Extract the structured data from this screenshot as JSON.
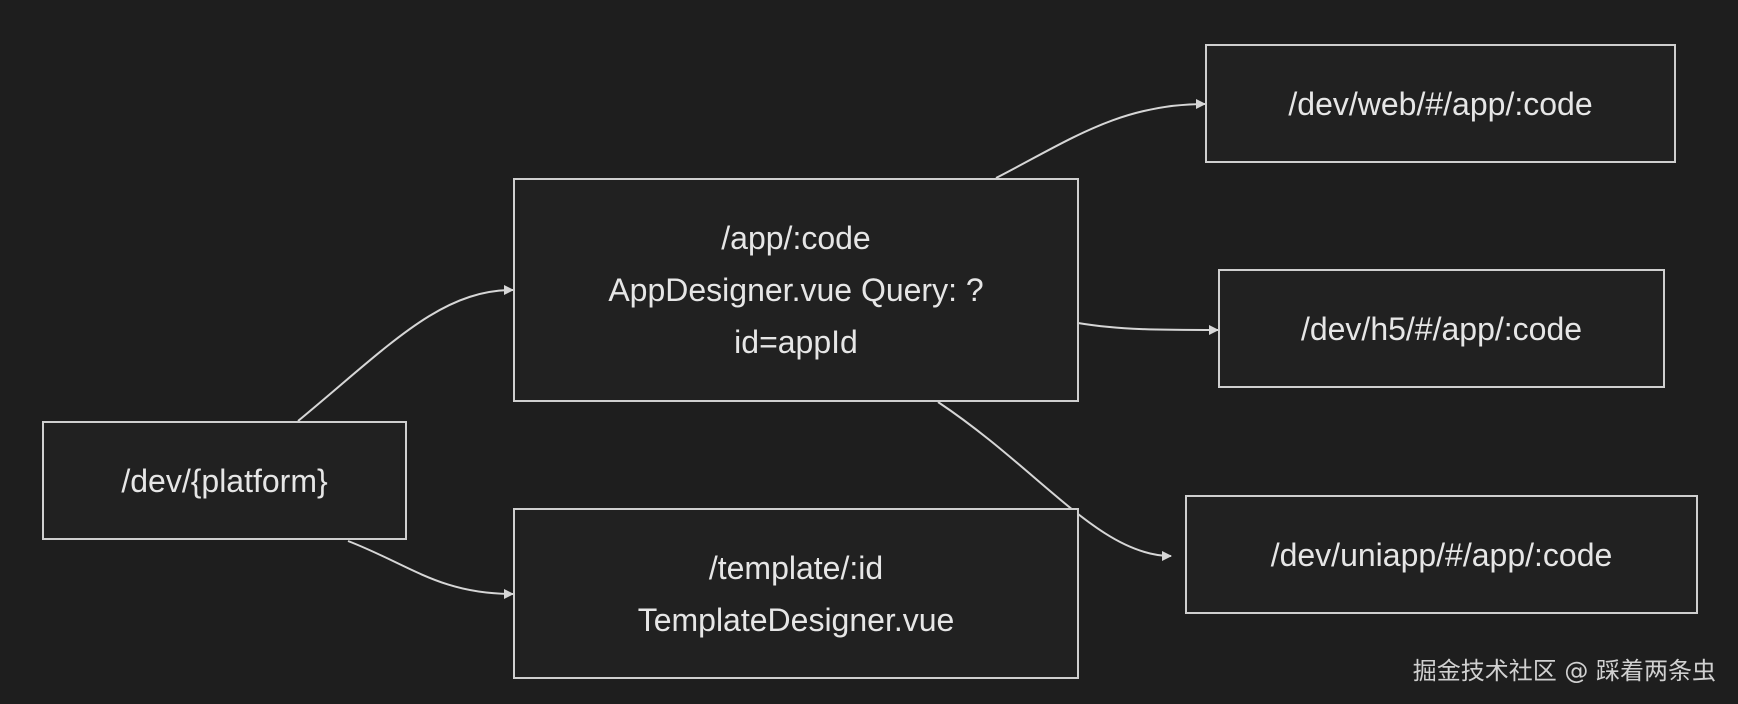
{
  "nodes": {
    "root": {
      "lines": [
        "/dev/{platform}"
      ]
    },
    "app": {
      "lines": [
        "/app/:code",
        "AppDesigner.vue Query: ?",
        "id=appId"
      ]
    },
    "template": {
      "lines": [
        "/template/:id",
        "TemplateDesigner.vue"
      ]
    },
    "web": {
      "lines": [
        "/dev/web/#/app/:code"
      ]
    },
    "h5": {
      "lines": [
        "/dev/h5/#/app/:code"
      ]
    },
    "uniapp": {
      "lines": [
        "/dev/uniapp/#/app/:code"
      ]
    }
  },
  "edges": [
    {
      "from": "root",
      "to": "app"
    },
    {
      "from": "root",
      "to": "template"
    },
    {
      "from": "app",
      "to": "web"
    },
    {
      "from": "app",
      "to": "h5"
    },
    {
      "from": "app",
      "to": "uniapp"
    }
  ],
  "colors": {
    "background": "#1e1e1e",
    "node_fill": "#212121",
    "node_border": "#cfcfcf",
    "text": "#e6e6e6",
    "edge": "#d6d6d6"
  },
  "watermark": "掘金技术社区 @ 踩着两条虫"
}
